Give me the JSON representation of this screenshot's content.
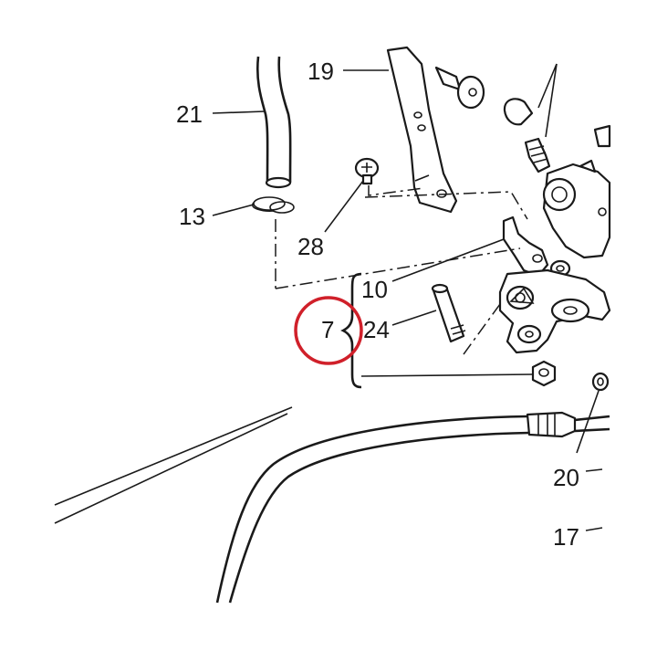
{
  "diagram": {
    "callouts": {
      "c21": "21",
      "c13": "13",
      "c19": "19",
      "c28": "28",
      "c10": "10",
      "c7": "7",
      "c24": "24",
      "c20": "20",
      "c17": "17"
    },
    "highlight": {
      "target": "7",
      "color": "#d0202a"
    },
    "line_color": "#1a1a1a"
  }
}
